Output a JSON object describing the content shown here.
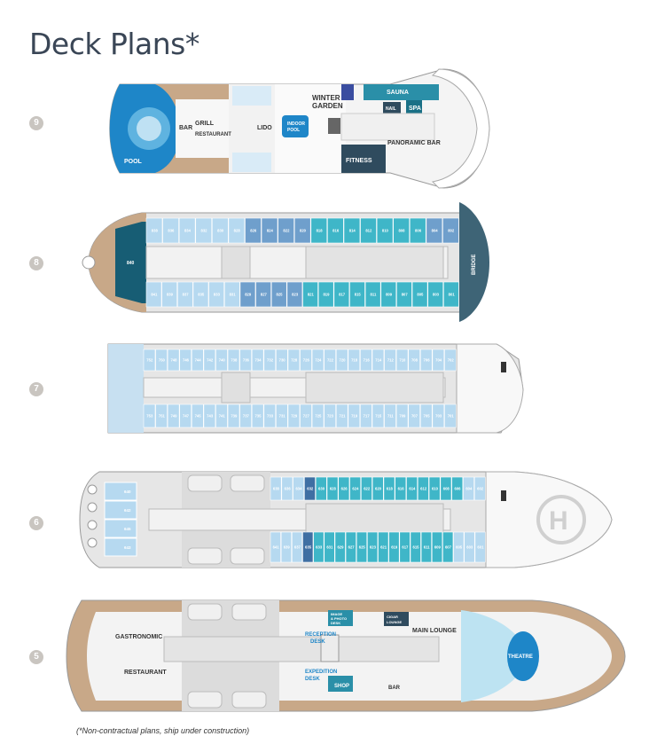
{
  "title": "Deck Plans*",
  "footnote": "(*Non-contractual plans, ship under construction)",
  "colors": {
    "wood": "#c8a888",
    "cabin_light": "#b6d9f0",
    "cabin_mid": "#6f9fcc",
    "cabin_dark": "#3f6fa3",
    "cabin_teal": "#3fb6c8",
    "suite_dark": "#175d74",
    "bridge": "#3e6476",
    "corridor": "#f2f2f2",
    "hull": "#e6e6e6"
  },
  "decks": [
    {
      "number": "9",
      "labels": {
        "pool": "POOL",
        "bar": "BAR",
        "grill": "GRILL",
        "restaurant": "RESTAURANT",
        "lido": "LIDO",
        "winter_garden_1": "WINTER",
        "winter_garden_2": "GARDEN",
        "indoor_pool_1": "INDOOR",
        "indoor_pool_2": "POOL",
        "sauna": "SAUNA",
        "spa": "SPA",
        "nail": "NAIL",
        "panoramic_bar": "PANORAMIC BAR",
        "fitness": "FITNESS"
      }
    },
    {
      "number": "8",
      "suite": "840",
      "bridge": "BRIDGE",
      "top_cabins": [
        "838",
        "836",
        "834",
        "832",
        "830",
        "828",
        "826",
        "824",
        "822",
        "820",
        "818",
        "816",
        "814",
        "812",
        "810",
        "808",
        "806",
        "804",
        "802"
      ],
      "bottom_cabins": [
        "841",
        "839",
        "837",
        "835",
        "833",
        "831",
        "829",
        "827",
        "825",
        "823",
        "821",
        "819",
        "817",
        "815",
        "811",
        "809",
        "807",
        "805",
        "803",
        "801"
      ]
    },
    {
      "number": "7",
      "top_cabins": [
        "752",
        "750",
        "748",
        "746",
        "744",
        "742",
        "740",
        "738",
        "736",
        "734",
        "732",
        "730",
        "728",
        "726",
        "724",
        "722",
        "720",
        "718",
        "716",
        "714",
        "712",
        "710",
        "708",
        "706",
        "704",
        "702"
      ],
      "bottom_cabins": [
        "753",
        "751",
        "749",
        "747",
        "745",
        "743",
        "741",
        "739",
        "737",
        "735",
        "733",
        "731",
        "729",
        "727",
        "725",
        "723",
        "721",
        "719",
        "717",
        "715",
        "711",
        "709",
        "707",
        "705",
        "703",
        "701"
      ]
    },
    {
      "number": "6",
      "left_cabins": [
        "640",
        "642",
        "645",
        "643"
      ],
      "top_cabins": [
        "638",
        "636",
        "634",
        "632",
        "630",
        "628",
        "626",
        "624",
        "622",
        "620",
        "618",
        "616",
        "614",
        "612",
        "610",
        "608",
        "606",
        "604",
        "602"
      ],
      "bottom_cabins": [
        "641",
        "639",
        "637",
        "635",
        "633",
        "631",
        "629",
        "627",
        "625",
        "623",
        "621",
        "619",
        "617",
        "615",
        "611",
        "609",
        "607",
        "605",
        "603",
        "601"
      ]
    },
    {
      "number": "5",
      "labels": {
        "gastronomic": "GASTRONOMIC",
        "restaurant": "RESTAURANT",
        "image_desk_1": "IMAGE",
        "image_desk_2": "& PHOTO",
        "image_desk_3": "DESK",
        "reception_1": "RECEPTION",
        "reception_2": "DESK",
        "expedition_1": "EXPEDITION",
        "expedition_2": "DESK",
        "shop": "SHOP",
        "cigar_1": "CIGAR",
        "cigar_2": "LOUNGE",
        "main_lounge": "MAIN LOUNGE",
        "theatre": "THEATRE",
        "bar": "BAR"
      }
    }
  ]
}
